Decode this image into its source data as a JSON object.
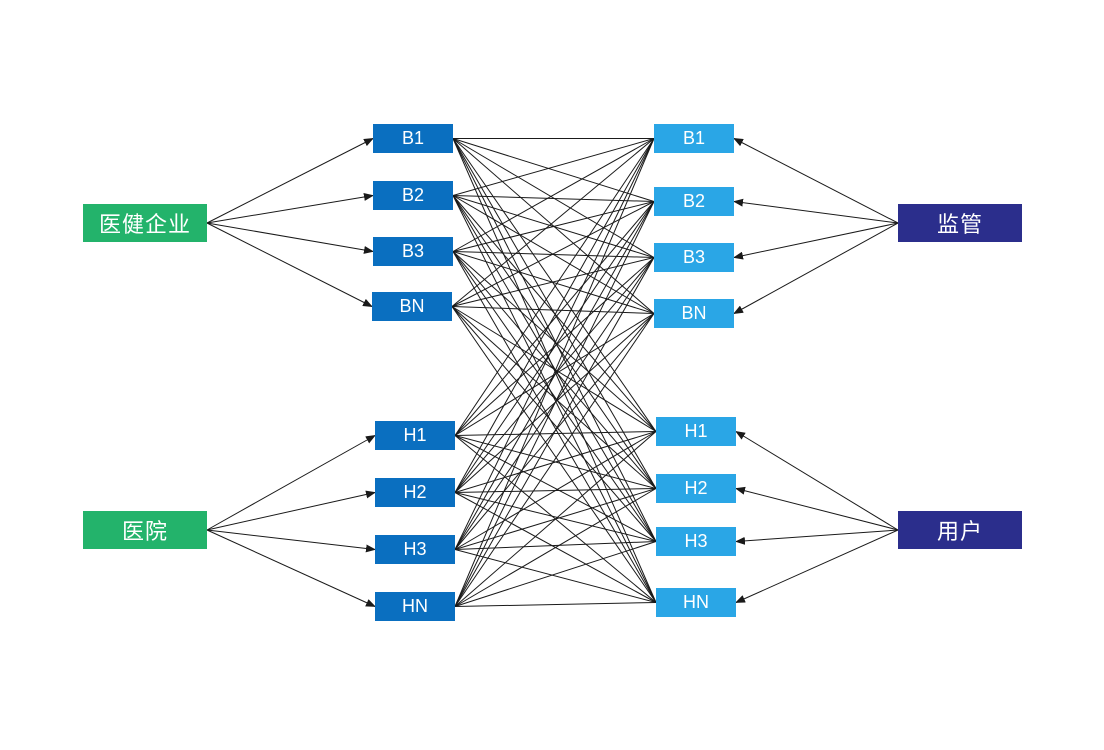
{
  "diagram": {
    "colors": {
      "enterprise_node": "#23b36b",
      "left_hub": "#0a6fc0",
      "right_hub": "#2aa6e6",
      "regulator_node": "#2b2e8c",
      "connector_line": "#1a1a1a"
    },
    "left_actors": [
      {
        "id": "enterprise",
        "label": "医健企业"
      },
      {
        "id": "hospital",
        "label": "医院"
      }
    ],
    "right_actors": [
      {
        "id": "regulator",
        "label": "监管"
      },
      {
        "id": "user",
        "label": "用户"
      }
    ],
    "left_nodes": [
      {
        "id": "lb1",
        "label": "B1",
        "group": "enterprise"
      },
      {
        "id": "lb2",
        "label": "B2",
        "group": "enterprise"
      },
      {
        "id": "lb3",
        "label": "B3",
        "group": "enterprise"
      },
      {
        "id": "lbn",
        "label": "BN",
        "group": "enterprise"
      },
      {
        "id": "lh1",
        "label": "H1",
        "group": "hospital"
      },
      {
        "id": "lh2",
        "label": "H2",
        "group": "hospital"
      },
      {
        "id": "lh3",
        "label": "H3",
        "group": "hospital"
      },
      {
        "id": "lhn",
        "label": "HN",
        "group": "hospital"
      }
    ],
    "right_nodes": [
      {
        "id": "rb1",
        "label": "B1",
        "group": "regulator"
      },
      {
        "id": "rb2",
        "label": "B2",
        "group": "regulator"
      },
      {
        "id": "rb3",
        "label": "B3",
        "group": "regulator"
      },
      {
        "id": "rbn",
        "label": "BN",
        "group": "regulator"
      },
      {
        "id": "rh1",
        "label": "H1",
        "group": "user"
      },
      {
        "id": "rh2",
        "label": "H2",
        "group": "user"
      },
      {
        "id": "rh3",
        "label": "H3",
        "group": "user"
      },
      {
        "id": "rhn",
        "label": "HN",
        "group": "user"
      }
    ],
    "edges": {
      "actor_to_nodes": "directed",
      "node_mesh": "every left node connects to every right node"
    }
  }
}
